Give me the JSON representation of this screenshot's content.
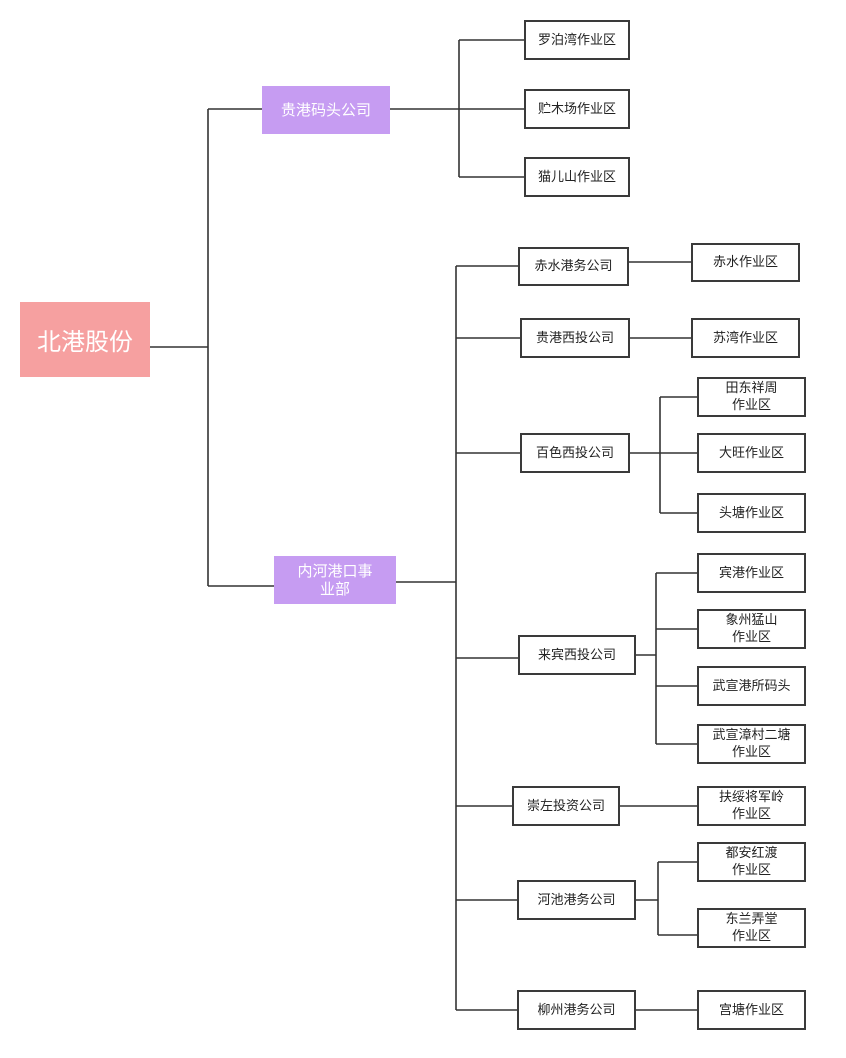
{
  "root": {
    "label": "北港股份"
  },
  "branches": {
    "guigang": {
      "label": "贵港码头公司",
      "areas": [
        "罗泊湾作业区",
        "贮木场作业区",
        "猫儿山作业区"
      ]
    },
    "inland": {
      "label": "内河港口事\n业部",
      "companies": [
        {
          "label": "赤水港务公司",
          "areas": [
            "赤水作业区"
          ]
        },
        {
          "label": "贵港西投公司",
          "areas": [
            "苏湾作业区"
          ]
        },
        {
          "label": "百色西投公司",
          "areas": [
            "田东祥周\n作业区",
            "大旺作业区",
            "头塘作业区"
          ]
        },
        {
          "label": "来宾西投公司",
          "areas": [
            "宾港作业区",
            "象州猛山\n作业区",
            "武宣港所码头",
            "武宣漳村二塘\n作业区"
          ]
        },
        {
          "label": "崇左投资公司",
          "areas": [
            "扶绥将军岭\n作业区"
          ]
        },
        {
          "label": "河池港务公司",
          "areas": [
            "都安红渡\n作业区",
            "东兰弄堂\n作业区"
          ]
        },
        {
          "label": "柳州港务公司",
          "areas": [
            "宫塘作业区"
          ]
        }
      ]
    }
  }
}
